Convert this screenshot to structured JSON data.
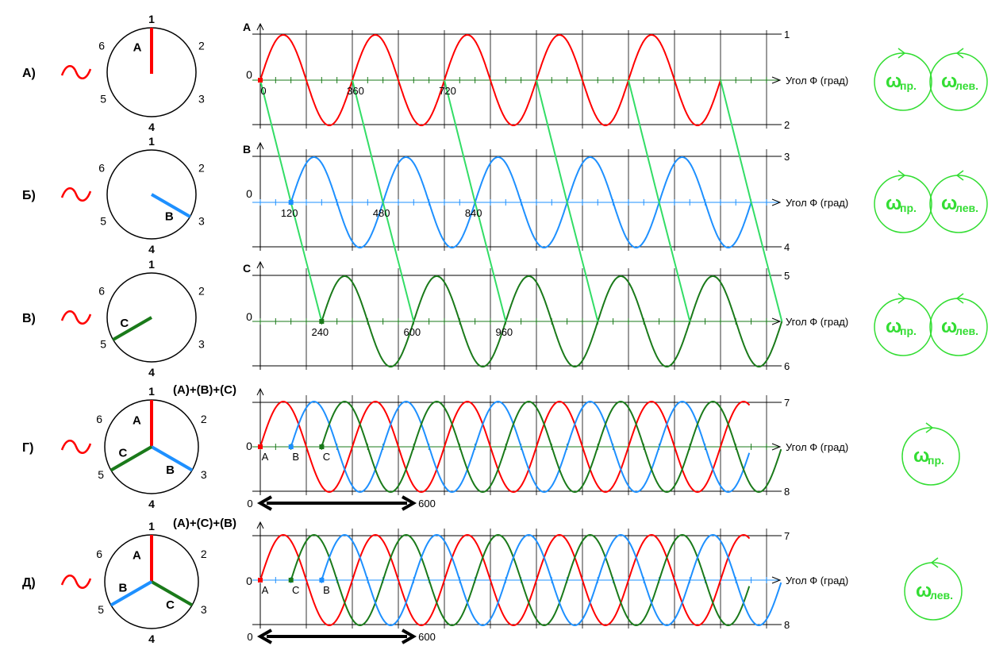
{
  "colors": {
    "phase_a": "#ff0000",
    "phase_b": "#1e90ff",
    "phase_c": "#1a7a1a",
    "connector": "#33dd66",
    "omega": "#33dd33",
    "axis": "#000000",
    "grid": "#000000"
  },
  "common": {
    "axis_label": "Угол Ф (град)",
    "zero": "0",
    "omega_symbol": "ω",
    "omega_right_sub": "пр.",
    "omega_left_sub": "лев."
  },
  "rows": [
    {
      "row_label": "А)",
      "circle_numbers": [
        "1",
        "2",
        "3",
        "4",
        "5",
        "6"
      ],
      "rotors": [
        {
          "letter": "А",
          "phase": "a",
          "angle_deg": 0
        }
      ],
      "title": "",
      "channel_label": "А",
      "right_labels": [
        "1",
        "2"
      ],
      "angle_labels": [
        "0",
        "360",
        "720"
      ],
      "omega": [
        "right",
        "left"
      ]
    },
    {
      "row_label": "Б)",
      "circle_numbers": [
        "1",
        "2",
        "3",
        "4",
        "5",
        "6"
      ],
      "rotors": [
        {
          "letter": "В",
          "phase": "b",
          "angle_deg": 120
        }
      ],
      "title": "",
      "channel_label": "В",
      "right_labels": [
        "3",
        "4"
      ],
      "angle_labels": [
        "120",
        "480",
        "840"
      ],
      "omega": [
        "right",
        "left"
      ]
    },
    {
      "row_label": "В)",
      "circle_numbers": [
        "1",
        "2",
        "3",
        "4",
        "5",
        "6"
      ],
      "rotors": [
        {
          "letter": "С",
          "phase": "c",
          "angle_deg": 240
        }
      ],
      "title": "",
      "channel_label": "С",
      "right_labels": [
        "5",
        "6"
      ],
      "angle_labels": [
        "240",
        "600",
        "960"
      ],
      "omega": [
        "right",
        "left"
      ]
    },
    {
      "row_label": "Г)",
      "circle_numbers": [
        "1",
        "2",
        "3",
        "4",
        "5",
        "6"
      ],
      "rotors": [
        {
          "letter": "А",
          "phase": "a",
          "angle_deg": 0
        },
        {
          "letter": "В",
          "phase": "b",
          "angle_deg": 120
        },
        {
          "letter": "С",
          "phase": "c",
          "angle_deg": 240
        }
      ],
      "title": "(A)+(B)+(C)",
      "channel_label": "",
      "right_labels": [
        "7",
        "8"
      ],
      "markers": [
        "A",
        "B",
        "C"
      ],
      "span_start": "0",
      "span_end": "600",
      "omega": [
        "right"
      ]
    },
    {
      "row_label": "Д)",
      "circle_numbers": [
        "1",
        "2",
        "3",
        "4",
        "5",
        "6"
      ],
      "rotors": [
        {
          "letter": "А",
          "phase": "a",
          "angle_deg": 0
        },
        {
          "letter": "С",
          "phase": "c",
          "angle_deg": 120
        },
        {
          "letter": "В",
          "phase": "b",
          "angle_deg": 240
        }
      ],
      "title": "(A)+(C)+(B)",
      "channel_label": "",
      "right_labels": [
        "7",
        "8"
      ],
      "markers": [
        "A",
        "C",
        "B"
      ],
      "span_start": "0",
      "span_end": "600",
      "omega": [
        "left"
      ]
    }
  ]
}
